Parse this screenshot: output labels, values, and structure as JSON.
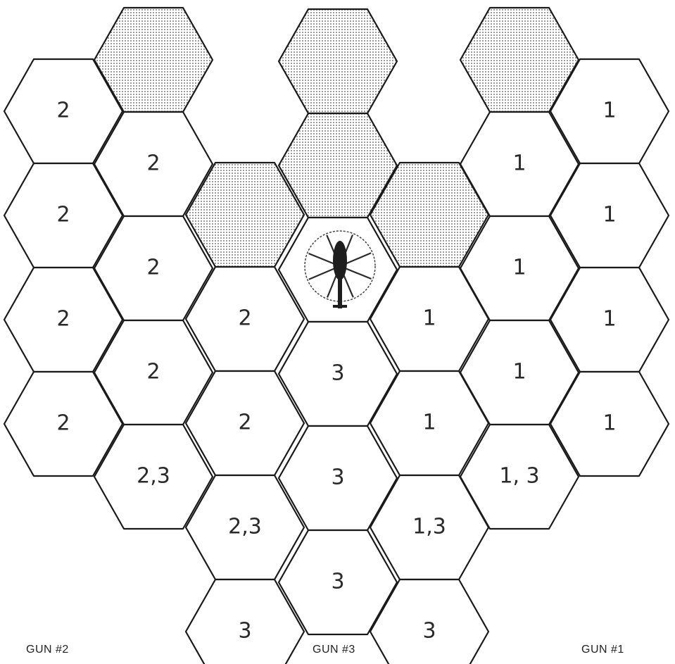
{
  "diagram": {
    "hexes": [
      {
        "id": "c0r0",
        "label": "2"
      },
      {
        "id": "c0r1",
        "label": "2"
      },
      {
        "id": "c0r2",
        "label": "2"
      },
      {
        "id": "c0r3",
        "label": "2"
      },
      {
        "id": "c1r-1",
        "label": "",
        "shaded": true
      },
      {
        "id": "c1r0",
        "label": "2"
      },
      {
        "id": "c1r1",
        "label": "2"
      },
      {
        "id": "c1r2",
        "label": "2"
      },
      {
        "id": "c1r3",
        "label": "2,3"
      },
      {
        "id": "c2r0",
        "label": "",
        "shaded": true
      },
      {
        "id": "c2r1",
        "label": "2"
      },
      {
        "id": "c2r2",
        "label": "2"
      },
      {
        "id": "c2r3",
        "label": "2,3"
      },
      {
        "id": "c2r4",
        "label": "3"
      },
      {
        "id": "c3r-1",
        "label": "",
        "shaded": true
      },
      {
        "id": "c3r0",
        "label": "",
        "shaded": true
      },
      {
        "id": "c3r1",
        "label": "",
        "helicopter": true
      },
      {
        "id": "c3r2",
        "label": "3"
      },
      {
        "id": "c3r3",
        "label": "3"
      },
      {
        "id": "c3r4",
        "label": "3"
      },
      {
        "id": "c4r0",
        "label": "",
        "shaded": true
      },
      {
        "id": "c4r1",
        "label": "1"
      },
      {
        "id": "c4r2",
        "label": "1"
      },
      {
        "id": "c4r3",
        "label": "1,3"
      },
      {
        "id": "c4r4",
        "label": "3"
      },
      {
        "id": "c5r-1",
        "label": "",
        "shaded": true
      },
      {
        "id": "c5r0",
        "label": "1"
      },
      {
        "id": "c5r1",
        "label": "1"
      },
      {
        "id": "c5r2",
        "label": "1"
      },
      {
        "id": "c5r3",
        "label": "1, 3"
      },
      {
        "id": "c6r0",
        "label": "1"
      },
      {
        "id": "c6r1",
        "label": "1"
      },
      {
        "id": "c6r2",
        "label": "1"
      },
      {
        "id": "c6r3",
        "label": "1"
      }
    ],
    "guns": {
      "gun2": "GUN  #2",
      "gun3": "GUN #3",
      "gun1": "GUN #1"
    }
  }
}
